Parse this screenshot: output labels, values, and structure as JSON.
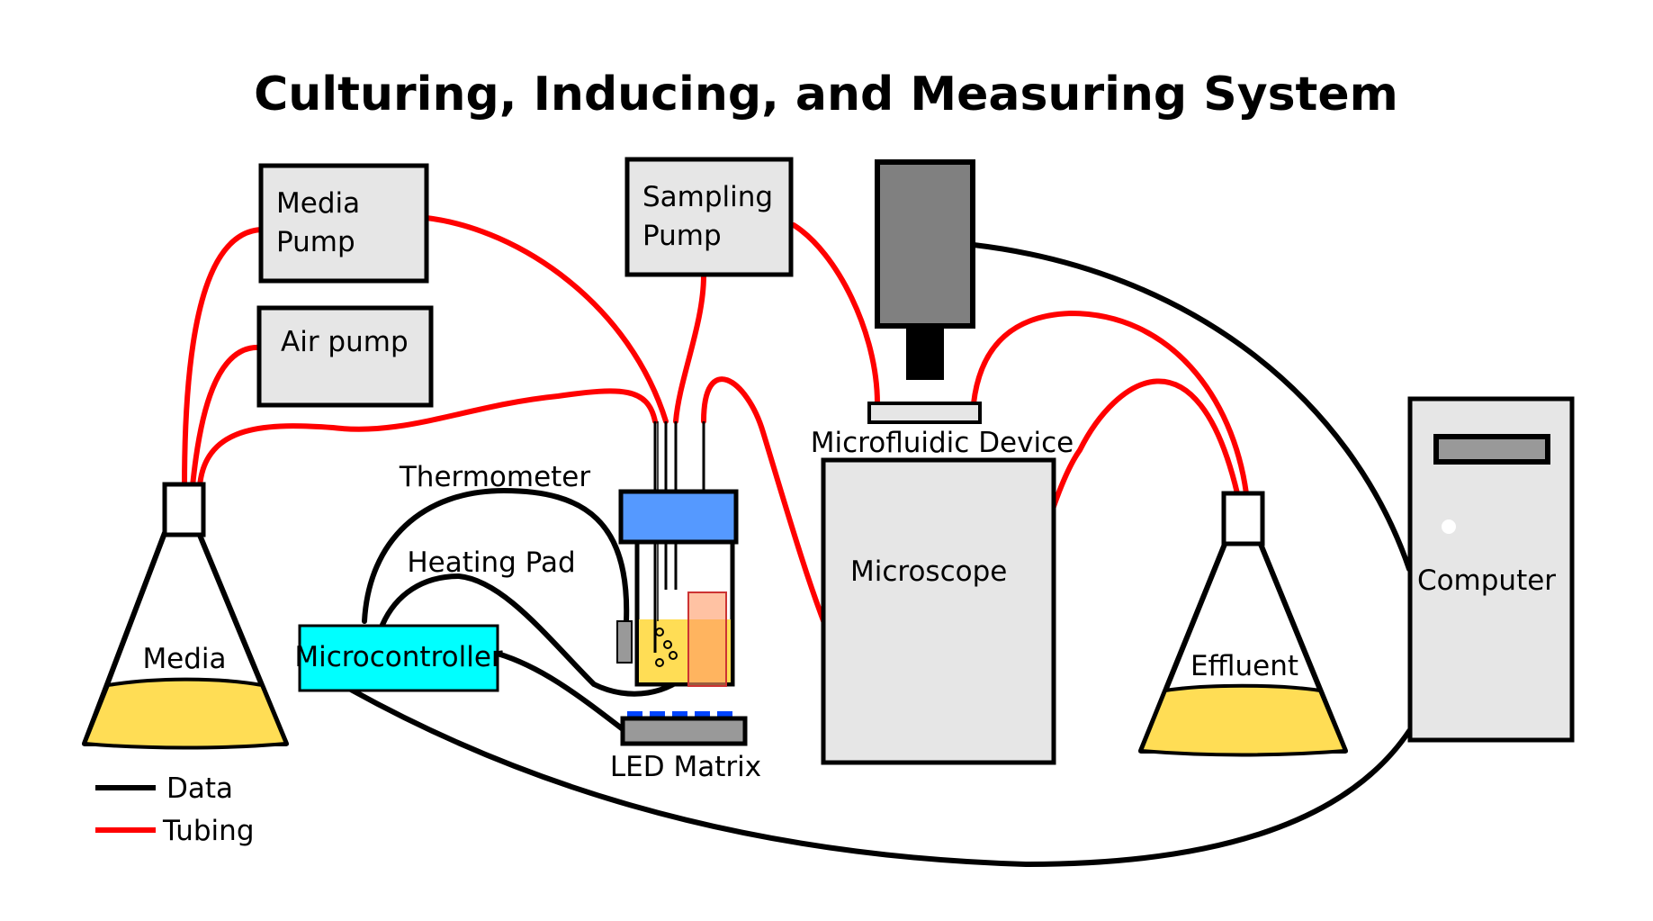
{
  "title": "Culturing, Inducing, and Measuring System",
  "components": {
    "media_pump": [
      "Media",
      "Pump"
    ],
    "air_pump": "Air pump",
    "sampling_pump": [
      "Sampling",
      "Pump"
    ],
    "microfluidic_device": "Microfluidic Device",
    "microscope": "Microscope",
    "computer": "Computer",
    "media_flask": "Media",
    "effluent_flask": "Effluent",
    "thermometer": "Thermometer",
    "heating_pad": "Heating Pad",
    "microcontroller": "Microcontroller",
    "led_matrix": "LED Matrix"
  },
  "legend": [
    {
      "label": "Data",
      "color": "#000000"
    },
    {
      "label": "Tubing",
      "color": "#ff0000"
    }
  ],
  "colors": {
    "tubing": "#ff0000",
    "data": "#000000",
    "box_fill": "#e6e6e6",
    "liquid": "#ffdd55",
    "microcontroller": "#00ffff",
    "vial_cap": "#5599ff",
    "camera": "#808080",
    "led": "#0044ff",
    "heat": "#ff9966"
  }
}
